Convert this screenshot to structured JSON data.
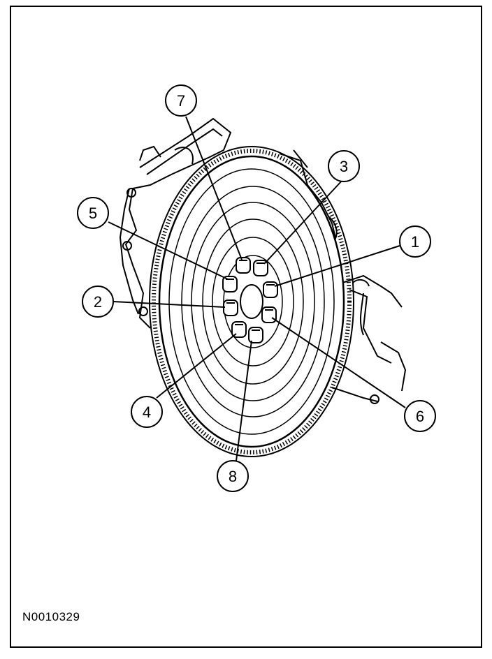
{
  "figure": {
    "id_label": "N0010329"
  },
  "callouts": [
    {
      "label": "1"
    },
    {
      "label": "2"
    },
    {
      "label": "3"
    },
    {
      "label": "4"
    },
    {
      "label": "5"
    },
    {
      "label": "6"
    },
    {
      "label": "7"
    },
    {
      "label": "8"
    }
  ],
  "colors": {
    "line": "#000000",
    "background": "#ffffff"
  }
}
